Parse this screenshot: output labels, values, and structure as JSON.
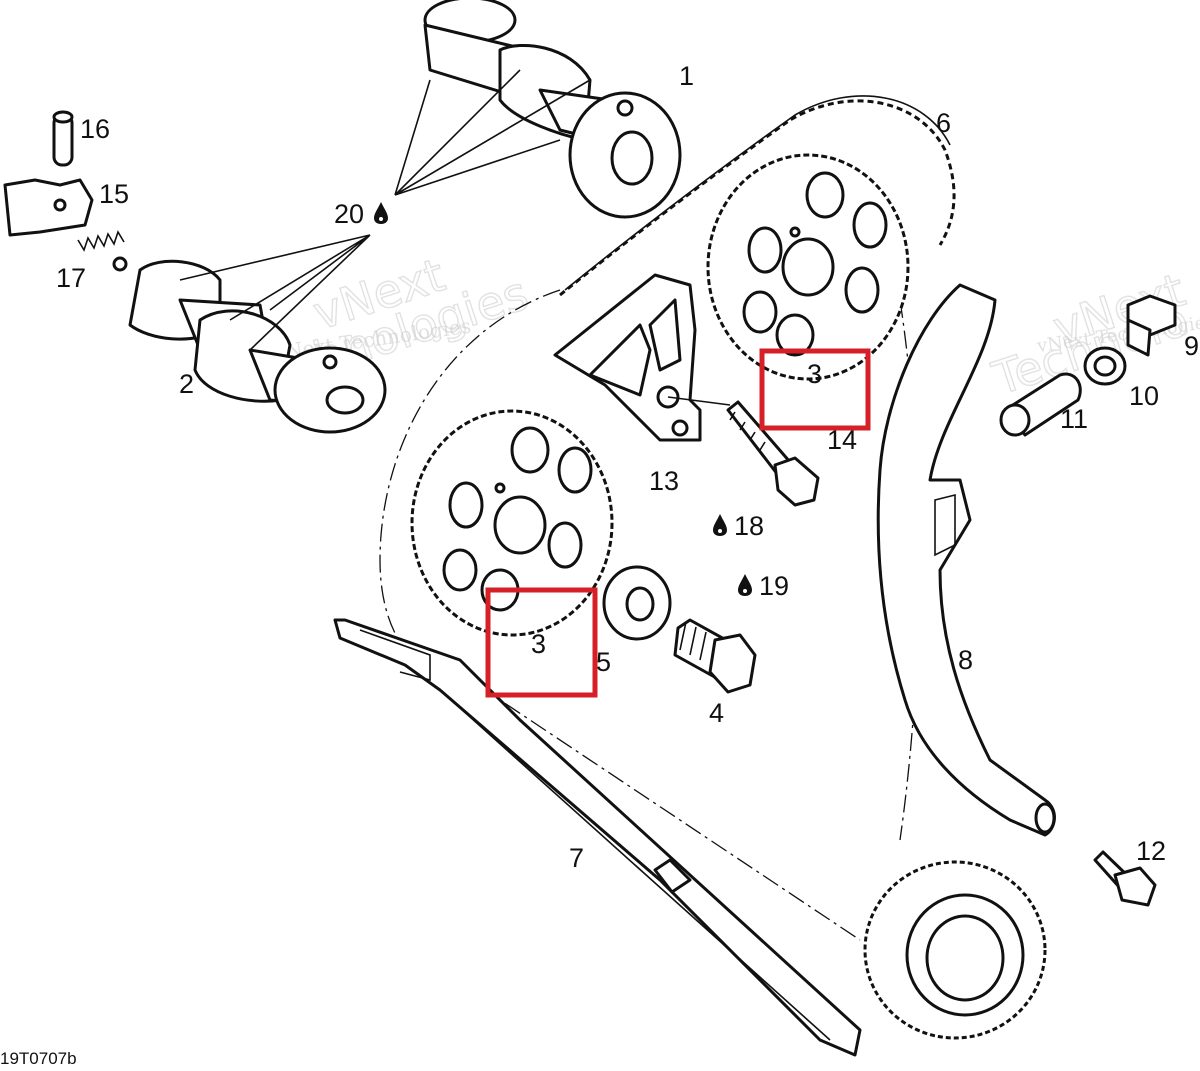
{
  "diagram": {
    "drawing_code": "19T0707b",
    "watermark": [
      "vNext Technologies",
      "vNext Technologies"
    ],
    "callouts": {
      "1": "1",
      "2": "2",
      "3a": "3",
      "3b": "3",
      "4": "4",
      "5": "5",
      "6": "6",
      "7": "7",
      "8": "8",
      "9": "9",
      "10": "10",
      "11": "11",
      "12": "12",
      "13": "13",
      "14": "14",
      "15": "15",
      "16": "16",
      "17": "17",
      "18": "18",
      "19": "19",
      "20": "20"
    },
    "highlight_color": "#d61f26",
    "icons": [
      "oil-drop-icon"
    ]
  }
}
